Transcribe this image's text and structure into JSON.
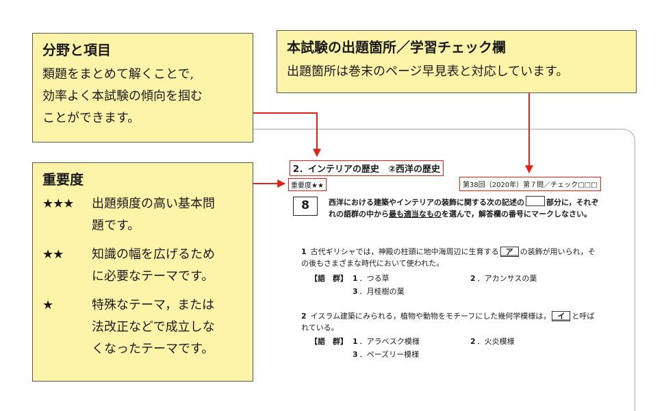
{
  "callouts": {
    "field": {
      "title": "分野と項目",
      "lines": [
        "類題をまとめて解くことで,",
        "効率よく本試験の傾向を掴む",
        "ことができます。"
      ]
    },
    "source": {
      "title": "本試験の出題箇所／学習チェック欄",
      "text": "出題箇所は巻末のページ早見表と対応しています。"
    },
    "importance": {
      "title": "重要度",
      "levels": [
        {
          "stars": "★★★",
          "lines": [
            "出題頻度の高い基本問",
            "題です。"
          ]
        },
        {
          "stars": "★★",
          "lines": [
            "知識の幅を広げるため",
            "に必要なテーマです。"
          ]
        },
        {
          "stars": "★",
          "lines": [
            "特殊なテーマ，または",
            "法改正などで成立しな",
            "くなったテーマです。"
          ]
        }
      ]
    }
  },
  "page": {
    "section_title": "2．インテリアの歴史　②西洋の歴史",
    "importance_tag": "重要度★★",
    "source_tag": "第38回（2020年）第７問／チェック□□□",
    "question_number": "8",
    "question": {
      "part1": "西洋における建築やインテリアの装飾に関する次の記述の",
      "part2": "部分に，それぞれの語群の中から",
      "underlined": "最も適当なもの",
      "part3": "を選んで，解答欄の番号にマークしなさい。"
    },
    "items": [
      {
        "num": "1",
        "text_before": "古代ギリシャでは，神殿の柱頭に地中海周辺に生育する",
        "answer": "ア",
        "text_after": "の装飾が用いられ，その後もさまざまな時代において使われた。",
        "group_label": "【語　群】",
        "choices": [
          [
            "1",
            "つる草"
          ],
          [
            "2",
            "アカンサスの葉"
          ],
          [
            "3",
            "月桂樹の葉"
          ]
        ]
      },
      {
        "num": "2",
        "text_before": "イスラム建築にみられる，植物や動物をモチーフにした幾何学模様は，",
        "answer": "イ",
        "text_after": "と呼ばれている。",
        "group_label": "【語　群】",
        "choices": [
          [
            "1",
            "アラベスク模様"
          ],
          [
            "2",
            "火炎模様"
          ],
          [
            "3",
            "ペーズリー模様"
          ]
        ]
      }
    ]
  },
  "colors": {
    "callout_bg": "#fdf4a9",
    "highlight": "#e0201b"
  }
}
